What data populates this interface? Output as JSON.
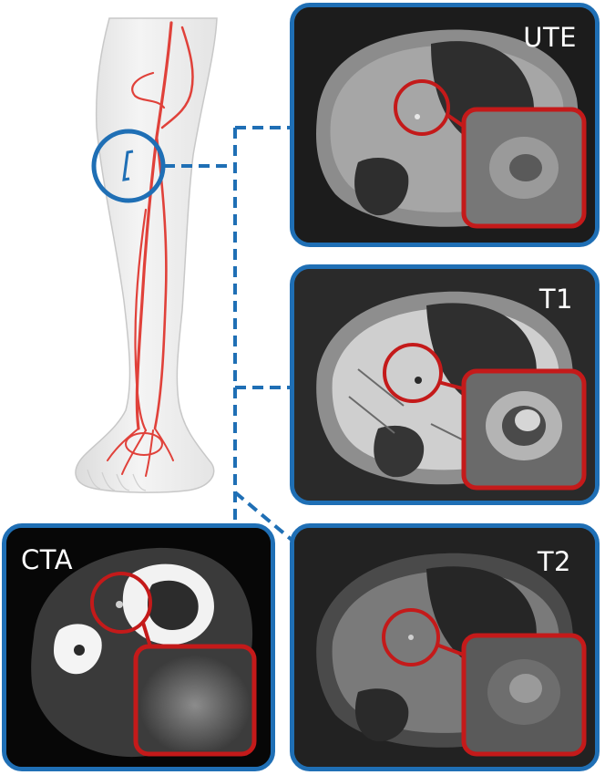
{
  "panels": {
    "ute": {
      "label": "UTE"
    },
    "t1": {
      "label": "T1"
    },
    "t2": {
      "label": "T2"
    },
    "cta": {
      "label": "CTA"
    }
  },
  "colors": {
    "frame_blue": "#1f6fb5",
    "highlight_red": "#c41a1a",
    "artery_red": "#e0413a",
    "mri_background": "#2a2a2a",
    "ct_background": "#0a0a0a"
  },
  "icons": {
    "leg": "leg-illustration",
    "zoom_region": "magnify-circle"
  }
}
